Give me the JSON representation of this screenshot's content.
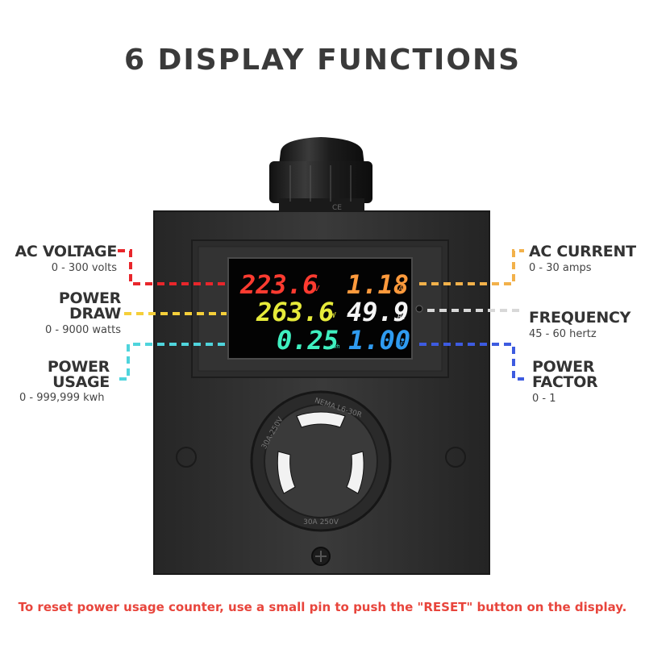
{
  "title": "6 DISPLAY FUNCTIONS",
  "footer_note": "To reset power usage counter, use a small pin to push the \"RESET\" button on the display.",
  "labels": {
    "ac_voltage": {
      "name": "AC VOLTAGE",
      "range": "0 - 300 volts",
      "color": "#e8262b"
    },
    "power_draw": {
      "name_line1": "POWER",
      "name_line2": "DRAW",
      "range": "0 - 9000 watts",
      "color": "#f5cf3a"
    },
    "power_usage": {
      "name_line1": "POWER",
      "name_line2": "USAGE",
      "range": "0 - 999,999 kwh",
      "color": "#4fd4dc"
    },
    "ac_current": {
      "name": "AC CURRENT",
      "range": "0 - 30 amps",
      "color": "#f2b14a"
    },
    "frequency": {
      "name": "FREQUENCY",
      "range": "45 - 60 hertz",
      "color": "#d8d8d8"
    },
    "power_factor": {
      "name_line1": "POWER",
      "name_line2": "FACTOR",
      "range": "0 - 1",
      "color": "#3d5be0"
    }
  },
  "display": {
    "voltage": {
      "value": "223.6",
      "unit": "V",
      "color": "#ff3b30"
    },
    "current": {
      "value": "1.18",
      "unit": "A",
      "color": "#ff9a3c"
    },
    "power": {
      "value": "263.6",
      "unit": "W",
      "color": "#e6ea3a"
    },
    "frequency": {
      "value": "49.9",
      "unit": "Hz",
      "color": "#f4f4f4"
    },
    "energy": {
      "value": "0.25",
      "unit": "kwh",
      "color": "#3ff0c0"
    },
    "power_factor": {
      "value": "1.00",
      "unit": "PF",
      "color": "#2f9bf0"
    }
  },
  "receptacle": {
    "top_text": "NEMA L6-30R",
    "left_text": "30A-250V",
    "bottom_text": "30A 250V"
  },
  "device": {
    "gland_marking": "CE"
  }
}
